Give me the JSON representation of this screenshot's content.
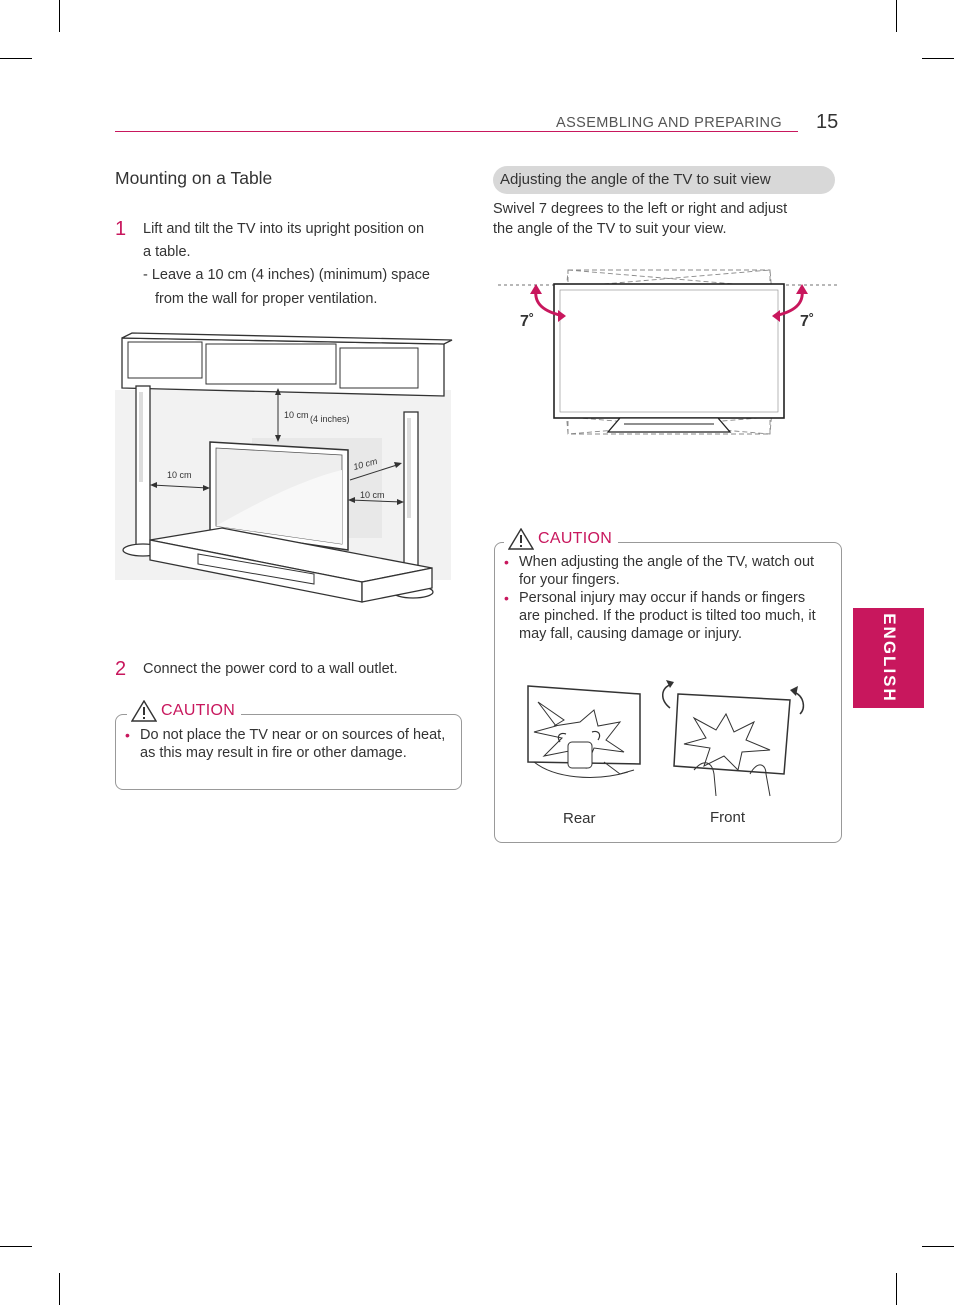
{
  "header": {
    "section": "ASSEMBLING AND PREPARING",
    "page_number": "15"
  },
  "side_tab": "ENGLISH",
  "left": {
    "title": "Mounting on a Table",
    "step1": {
      "num": "1",
      "line1": "Lift and tilt the TV into its upright position on",
      "line2": "a table.",
      "line3": "- Leave a 10 cm (4 inches) (minimum) space",
      "line4": "from the wall for proper ventilation."
    },
    "figure": {
      "top_label": "10 cm",
      "top_label_sub": "(4 inches)",
      "left_label": "10 cm",
      "right_label_upper": "10 cm",
      "right_label_lower": "10 cm"
    },
    "step2": {
      "num": "2",
      "text": "Connect the power cord to a wall outlet."
    },
    "caution": {
      "label": "CAUTION",
      "items": [
        "Do not place the TV near or on sources of heat, as this may result in fire or other damage."
      ]
    }
  },
  "right": {
    "subtitle": "Adjusting the angle of the TV to suit view",
    "intro_line1": "Swivel 7 degrees to the left or right and adjust",
    "intro_line2": "the angle of the TV to suit your view.",
    "angle_left": "7˚",
    "angle_right": "7˚",
    "caution": {
      "label": "CAUTION",
      "items": [
        "When adjusting the angle of the TV, watch out for your fingers.",
        "Personal injury may occur if hands or fingers are pinched. If the product is tilted too much, it may fall, causing damage or injury."
      ],
      "fig_rear": "Rear",
      "fig_front": "Front"
    }
  },
  "colors": {
    "accent": "#c8175d",
    "pill_bg": "#d8d8d8"
  }
}
